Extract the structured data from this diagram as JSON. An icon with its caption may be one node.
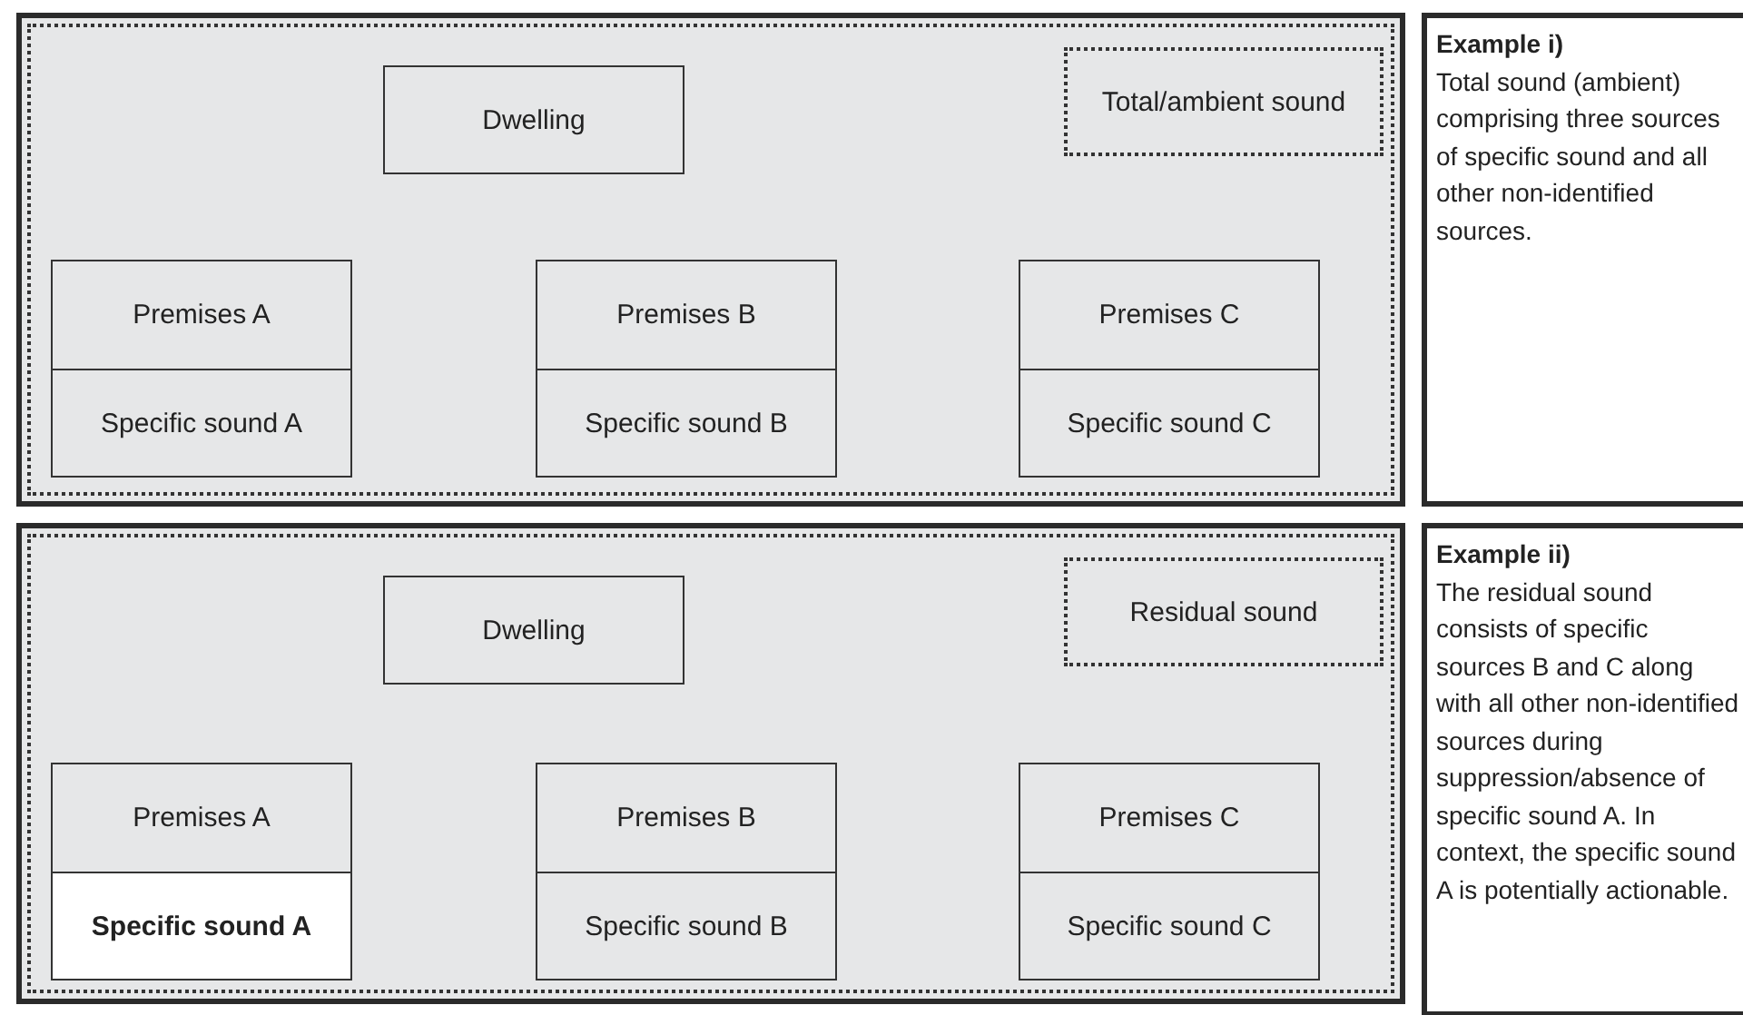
{
  "diagram": {
    "nodes": [
      {
        "text": [],
        "shape": "box"
      },
      {
        "text": [
          "Dwelling"
        ],
        "in": 0
      },
      {
        "text": [
          "Total/ambient sound"
        ],
        "in": 0
      },
      {
        "text": [
          "Premises A"
        ],
        "in": 0
      },
      {
        "text": [
          "Specific sound A"
        ],
        "in": 0
      },
      {
        "text": [
          "Premises B"
        ],
        "in": 0
      },
      {
        "text": [
          "Specific sound B"
        ],
        "in": 0
      },
      {
        "text": [
          "Premises C"
        ],
        "in": 0
      },
      {
        "text": [
          "Specific sound C"
        ],
        "in": 0
      },
      {
        "text": [
          "Example i)",
          "Total sound (ambient) comprising three sources of specific sound and all other non-identified sources."
        ]
      },
      {
        "text": [],
        "shape": "box"
      },
      {
        "text": [
          "Dwelling"
        ],
        "in": 10
      },
      {
        "text": [
          "Residual sound"
        ],
        "in": 10
      },
      {
        "text": [
          "Premises A"
        ],
        "in": 10
      },
      {
        "text": [
          "Specific sound A"
        ],
        "in": 10
      },
      {
        "text": [
          "Premises B"
        ],
        "in": 10
      },
      {
        "text": [
          "Specific sound B"
        ],
        "in": 10
      },
      {
        "text": [
          "Premises C"
        ],
        "in": 10
      },
      {
        "text": [
          "Specific sound C"
        ],
        "in": 10
      },
      {
        "text": [
          "Example ii)",
          "The residual sound consists of specific sources B and C along with all other non-identified sources during suppression/absence of specific sound A. In context, the specific sound A is potentially actionable."
        ]
      }
    ]
  }
}
